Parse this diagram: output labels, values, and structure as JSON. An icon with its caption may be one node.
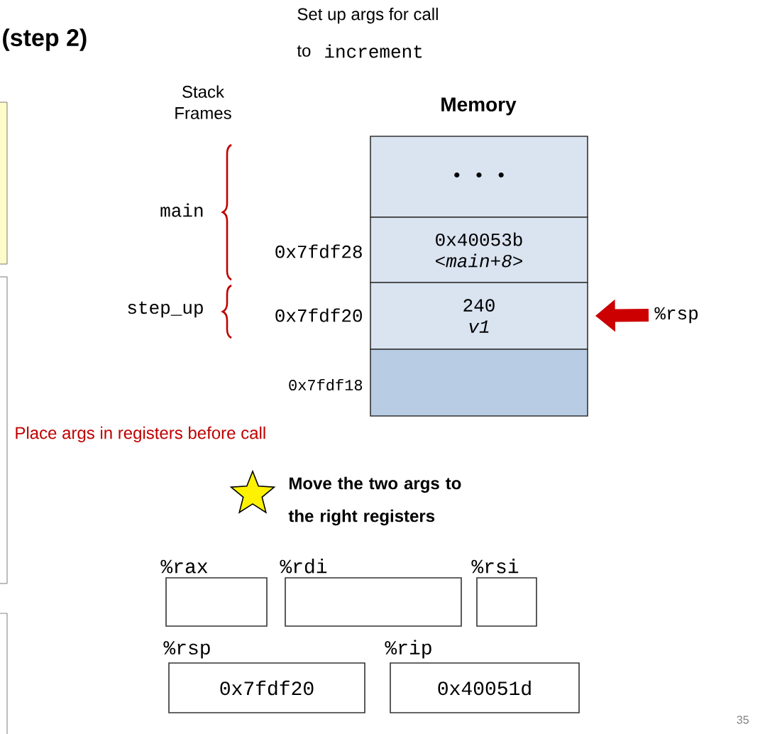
{
  "diagram": {
    "nodes": [
      {
        "text": [
          "• • •"
        ]
      },
      {
        "text": [
          "0x40053b",
          "<main+8>"
        ]
      },
      {
        "text": [
          "240",
          "v1"
        ]
      },
      {
        "text": [],
        "shape": "box"
      },
      {
        "text": [
          "%rsp"
        ]
      },
      {
        "text": [
          "%rax"
        ]
      },
      {
        "text": [
          "%rdi"
        ]
      },
      {
        "text": [
          "%rsi"
        ]
      },
      {
        "text": [
          "%rsp",
          "0x7fdf20"
        ]
      },
      {
        "text": [
          "%rip",
          "0x40051d"
        ]
      }
    ],
    "edges": [
      {
        "from": 4,
        "to": 2,
        "arrow": "to",
        "color": "#cc0000"
      }
    ],
    "labels": [
      "(step 2)",
      "Set up args for call",
      "to",
      "increment",
      "Stack Frames",
      "Memory",
      "main",
      "0x7fdf28",
      "step_up",
      "0x7fdf20",
      "0x7fdf18",
      "Place args in registers before call",
      "Move the two args to the right registers",
      "35"
    ]
  }
}
